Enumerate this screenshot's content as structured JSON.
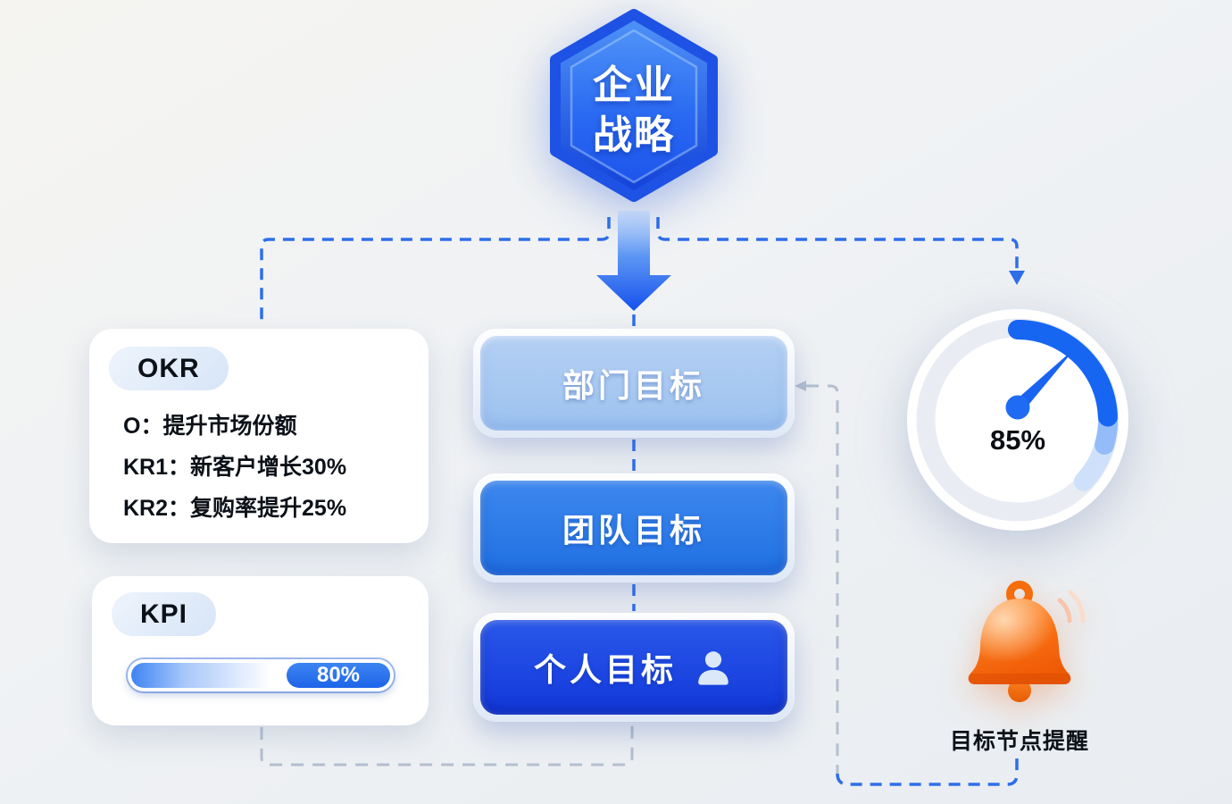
{
  "strategy": {
    "line1": "企业",
    "line2": "战略"
  },
  "okr_card": {
    "badge": "OKR",
    "lines": [
      {
        "prefix": "O：",
        "text": "提升市场份额"
      },
      {
        "prefix": "KR1：",
        "text": "新客户增长30%"
      },
      {
        "prefix": "KR2：",
        "text": "复购率提升25%"
      }
    ]
  },
  "kpi_card": {
    "badge": "KPI",
    "progress_label": "80%",
    "progress_percent": 80
  },
  "goals": [
    {
      "label": "部门目标"
    },
    {
      "label": "团队目标"
    },
    {
      "label": "个人目标"
    }
  ],
  "gauge": {
    "value_label": "85%",
    "percent": 85
  },
  "reminder": {
    "label": "目标节点提醒"
  },
  "colors": {
    "primary_blue": "#1e5ceb",
    "dept_goal_fill": "#a9c9f1",
    "team_goal_fill": "#2e7ce8",
    "person_goal_fill": "#1b41e0",
    "bell_orange": "#f4670a",
    "dash_blue": "#2e6fe9",
    "dash_gray": "#b4bfcf",
    "gauge_arc": "#1766f2"
  }
}
